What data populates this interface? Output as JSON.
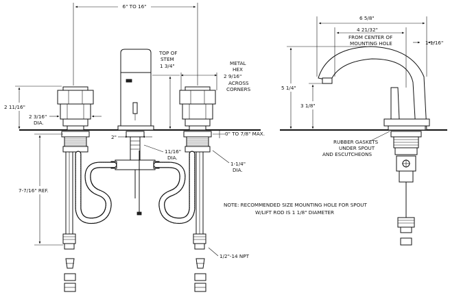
{
  "labels": {
    "spread": "6\" TO 16\"",
    "stem_top_line1": "TOP OF",
    "stem_top_line2": "STEM",
    "stem_top_value": "1 3/4\"",
    "hex_line1": "METAL",
    "hex_line2": "HEX",
    "hex_value": "2 9/16\"",
    "hex_line4": "ACROSS",
    "hex_line5": "CORNERS",
    "handle_height": "2 11/16\"",
    "handle_dia_value": "2 3/16\"",
    "handle_dia_unit": "DIA.",
    "deck_range": "0\" TO 7/8\" MAX.",
    "deck_2": "2\"",
    "shank_dia_value": "11/16\"",
    "shank_dia_unit": "DIA.",
    "body_dia_value": "1-1/4\"",
    "body_dia_unit": "DIA.",
    "ref_length": "7-7/16\" REF.",
    "npt": "1/2\"-14 NPT",
    "note_line1": "NOTE:  RECOMMENDED SIZE MOUNTING HOLE FOR SPOUT",
    "note_line2": "W/LIFT ROD IS 1 1/8\" DIAMETER",
    "spout_reach_total": "6 5/8\"",
    "spout_reach_center": "4 21/32\"",
    "spout_reach_from1": "FROM CENTER OF",
    "spout_reach_from2": "MOUNTING HOLE",
    "spout_offset": "1 1/16\"",
    "spout_height": "5 1/4\"",
    "spout_outlet_height": "3 1/8\"",
    "gasket_line1": "RUBBER GASKETS",
    "gasket_line2": "UNDER SPOUT",
    "gasket_line3": "AND ESCUTCHEONS"
  }
}
